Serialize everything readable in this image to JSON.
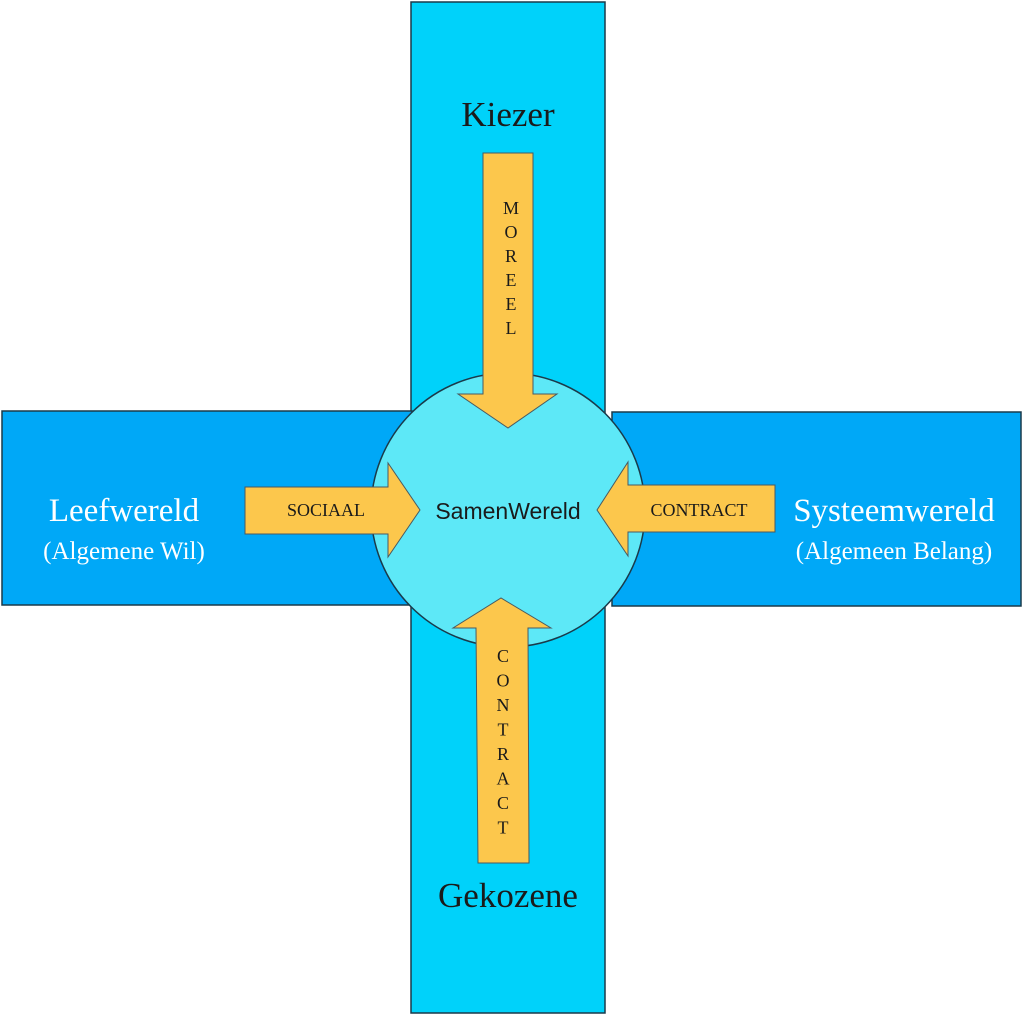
{
  "colors": {
    "vertical_band": "#00d2fa",
    "horizontal_band": "#00a8f7",
    "circle": "#5de8f7",
    "arrow": "#fcc74c",
    "outline": "#1a3a4a",
    "light_text": "#ffffff",
    "dark_text": "#1a1a1a"
  },
  "top": {
    "title": "Kiezer",
    "arrow_label": "MOREEL"
  },
  "bottom": {
    "title": "Gekozene",
    "arrow_label": "CONTRACT"
  },
  "left": {
    "title": "Leefwereld",
    "subtitle": "(Algemene Wil)",
    "arrow_label": "SOCIAAL"
  },
  "right": {
    "title": "Systeemwereld",
    "subtitle": "(Algemeen Belang)",
    "arrow_label": "CONTRACT"
  },
  "center": {
    "label": "SamenWereld"
  }
}
